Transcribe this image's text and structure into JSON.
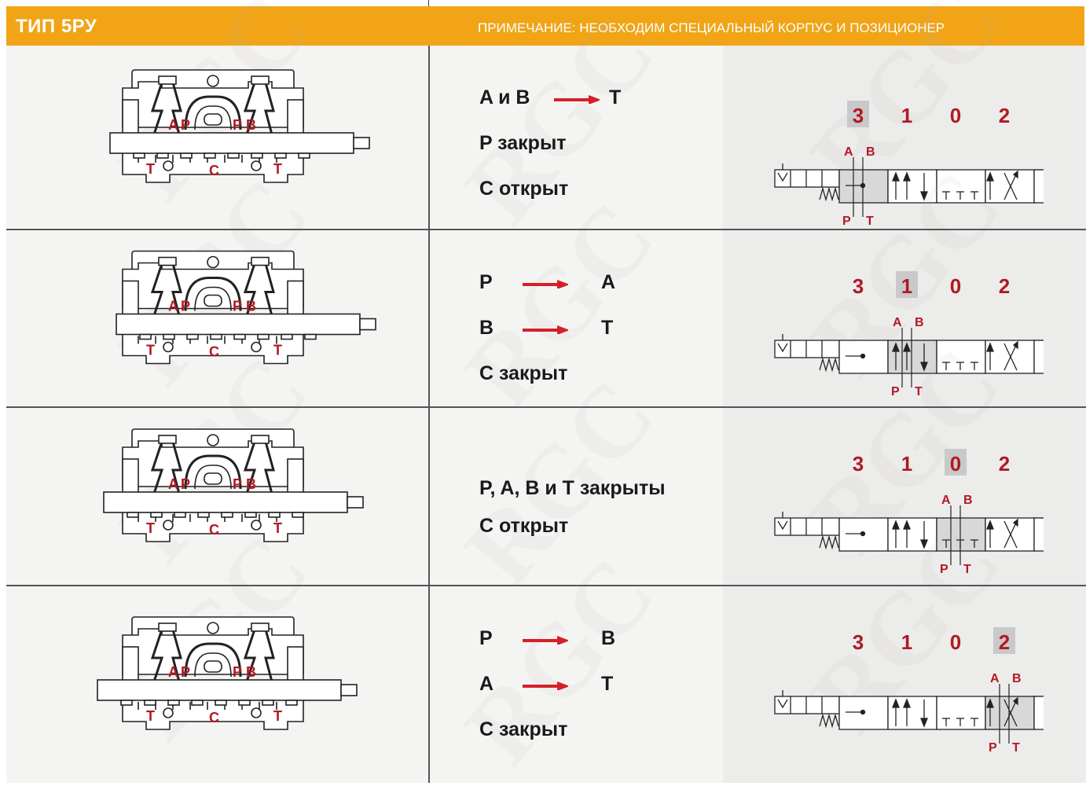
{
  "header": {
    "title": "ТИП 5РУ",
    "note": "ПРИМЕЧАНИЕ: НЕОБХОДИМ СПЕЦИАЛЬНЫЙ КОРПУС И ПОЗИЦИОНЕР"
  },
  "mechanism_labels": {
    "A": "A",
    "P": "P",
    "B": "B",
    "T": "T",
    "C": "C"
  },
  "positions": [
    "3",
    "1",
    "0",
    "2"
  ],
  "ports": {
    "A": "A",
    "B": "B",
    "P": "P",
    "T": "T"
  },
  "rows": [
    {
      "active_position": "3",
      "lines": [
        {
          "left": "A и B",
          "arrow": true,
          "right": "T"
        },
        {
          "left": "P закрыт",
          "arrow": false,
          "right": ""
        },
        {
          "left": "C открыт",
          "arrow": false,
          "right": ""
        }
      ]
    },
    {
      "active_position": "1",
      "lines": [
        {
          "left": "P",
          "arrow": true,
          "right": "A"
        },
        {
          "left": "B",
          "arrow": true,
          "right": "T"
        },
        {
          "left": "C закрыт",
          "arrow": false,
          "right": ""
        }
      ]
    },
    {
      "active_position": "0",
      "lines": [
        {
          "left": "P, A, B и T закрыты",
          "arrow": false,
          "right": ""
        },
        {
          "left": "C открыт",
          "arrow": false,
          "right": ""
        }
      ]
    },
    {
      "active_position": "2",
      "lines": [
        {
          "left": "P",
          "arrow": true,
          "right": "B"
        },
        {
          "left": "A",
          "arrow": true,
          "right": "T"
        },
        {
          "left": "C закрыт",
          "arrow": false,
          "right": ""
        }
      ]
    }
  ],
  "watermark": "RGC",
  "colors": {
    "header": "#f0a416",
    "accent_red": "#b11922",
    "arrow_red": "#d4202a"
  }
}
